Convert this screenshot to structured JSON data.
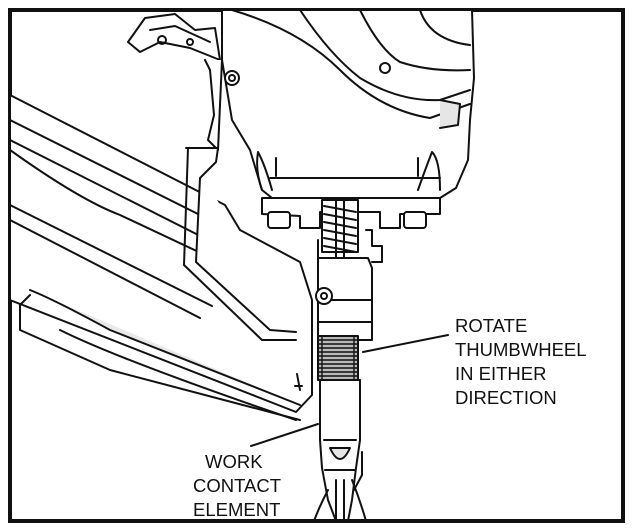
{
  "labels": {
    "rotate": [
      "ROTATE",
      "THUMBWHEEL",
      "IN EITHER",
      "DIRECTION"
    ],
    "work": [
      "WORK",
      "CONTACT",
      "ELEMENT"
    ]
  },
  "colors": {
    "ink": "#111111",
    "background": "#ffffff",
    "mid_gray": "#b9b9b9",
    "light_gray": "#e6e6e6"
  },
  "icons": [
    "nailer-body-illustration",
    "thumbwheel",
    "work-contact-element"
  ]
}
